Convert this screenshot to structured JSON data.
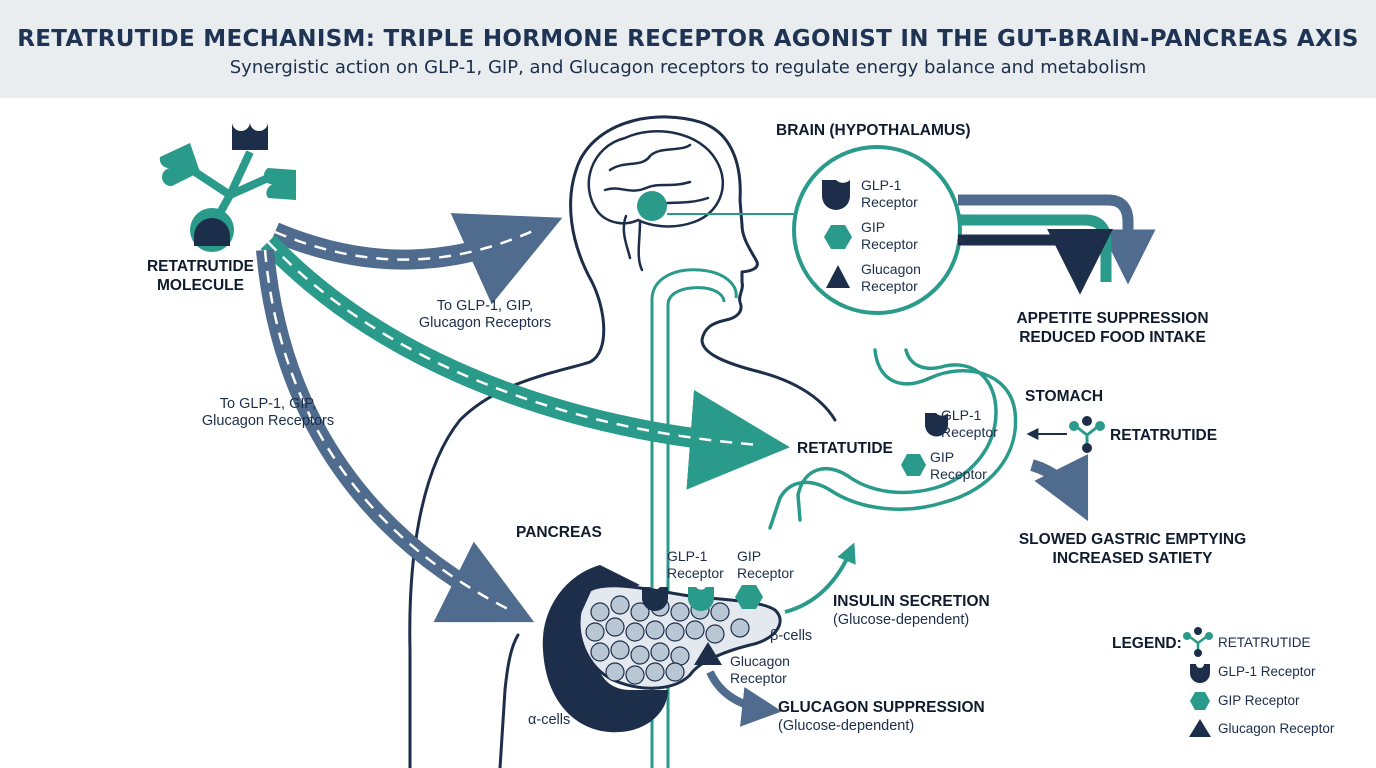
{
  "header": {
    "title": "RETATRUTIDE MECHANISM: TRIPLE HORMONE RECEPTOR AGONIST IN THE GUT-BRAIN-PANCREAS AXIS",
    "subtitle": "Synergistic action on GLP-1, GIP, and Glucagon receptors to regulate energy balance and metabolism"
  },
  "molecule": {
    "label_line1": "RETATRUTIDE",
    "label_line2": "MOLECULE"
  },
  "arrows": {
    "to_receptors_upper_line1": "To GLP-1, GIP,",
    "to_receptors_upper_line2": "Glucagon Receptors",
    "to_receptors_lower_line1": "To GLP-1, GIP,",
    "to_receptors_lower_line2": "Glucagon Receptors",
    "stomach_target": "RETATUTIDE"
  },
  "brain": {
    "title": "BRAIN (HYPOTHALAMUS)",
    "glp1_line1": "GLP-1",
    "glp1_line2": "Receptor",
    "gip_line1": "GIP",
    "gip_line2": "Receptor",
    "glucagon_line1": "Glucagon",
    "glucagon_line2": "Receptor",
    "effect_line1": "APPETITE SUPPRESSION",
    "effect_line2": "REDUCED FOOD INTAKE"
  },
  "stomach": {
    "title": "STOMACH",
    "glp1_line1": "GLP-1",
    "glp1_line2": "Receptor",
    "gip_line1": "GIP",
    "gip_line2": "Receptor",
    "drug_label": "RETATRUTIDE",
    "effect_line1": "SLOWED GASTRIC EMPTYING",
    "effect_line2": "INCREASED SATIETY"
  },
  "pancreas": {
    "title": "PANCREAS",
    "glp1_line1": "GLP-1",
    "glp1_line2": "Receptor",
    "gip_line1": "GIP",
    "gip_line2": "Receptor",
    "glucagon_line1": "Glucagon",
    "glucagon_line2": "Receptor",
    "beta_cells": "β-cells",
    "alpha_cells": "α-cells",
    "insulin_line1": "INSULIN SECRETION",
    "insulin_line2": "(Glucose-dependent)",
    "glucagon_effect_line1": "GLUCAGON SUPPRESSION",
    "glucagon_effect_line2": "(Glucose-dependent)"
  },
  "legend": {
    "title": "LEGEND:",
    "drug": "RETATRUTIDE",
    "glp1": "GLP-1 Receptor",
    "gip": "GIP Receptor",
    "glucagon": "Glucagon Receptor"
  },
  "colors": {
    "navy": "#1c2e4a",
    "teal": "#2a9a8b",
    "slate_blue": "#4f6b8e",
    "header_bg": "#e9edef"
  },
  "icons": {
    "glp1": "half-circle-cup-icon",
    "gip": "hexagon-icon",
    "glucagon": "triangle-icon",
    "drug": "three-arm-molecule-icon"
  }
}
